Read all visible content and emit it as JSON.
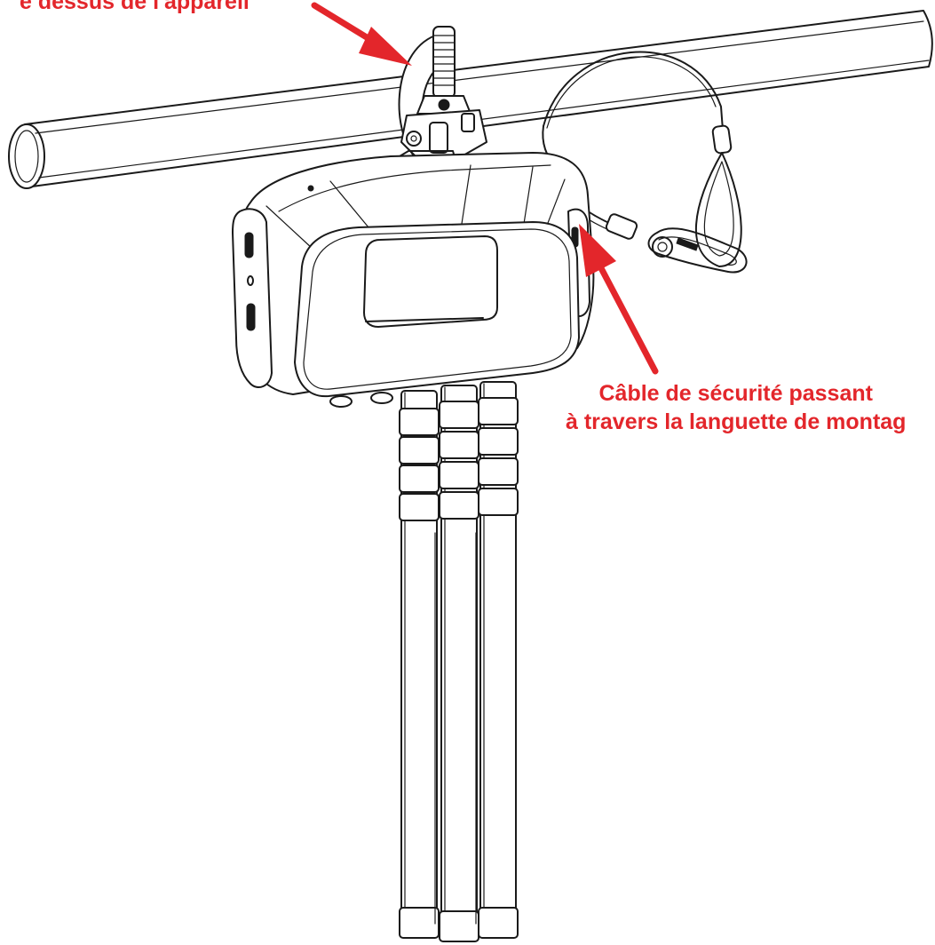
{
  "callouts": {
    "top_label": "e dessus de l'appareil",
    "right_label_line1": "Câble de sécurité passant",
    "right_label_line2": "à travers la languette de montag"
  },
  "colors": {
    "callout_text": "#e3262b",
    "arrow": "#e3262b",
    "line_art": "#1a1a1a",
    "background": "#ffffff"
  }
}
